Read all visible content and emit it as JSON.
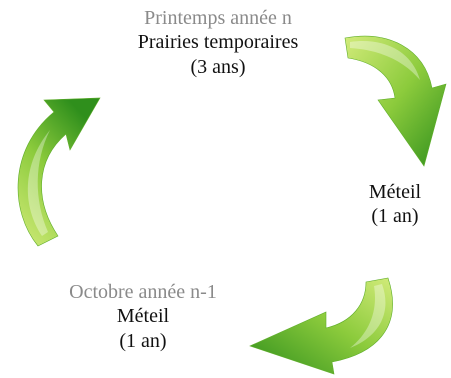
{
  "colors": {
    "arrow_light": "#d2eb7a",
    "arrow_mid": "#8ccb3c",
    "arrow_dark": "#2f8f1c",
    "text": "#111111",
    "muted": "#8a8a8a"
  },
  "stages": {
    "top": {
      "period": "Printemps année n",
      "crop": "Prairies temporaires",
      "duration": "(3 ans)"
    },
    "right": {
      "crop": "Méteil",
      "duration": "(1 an)"
    },
    "bottom": {
      "period": "Octobre année n-1",
      "crop": "Méteil",
      "duration": "(1 an)"
    }
  },
  "arrows": [
    {
      "name": "arrow-top-right",
      "icon": "curved-arrow-icon"
    },
    {
      "name": "arrow-bottom-right",
      "icon": "curved-arrow-icon"
    },
    {
      "name": "arrow-left",
      "icon": "curved-arrow-icon"
    }
  ]
}
